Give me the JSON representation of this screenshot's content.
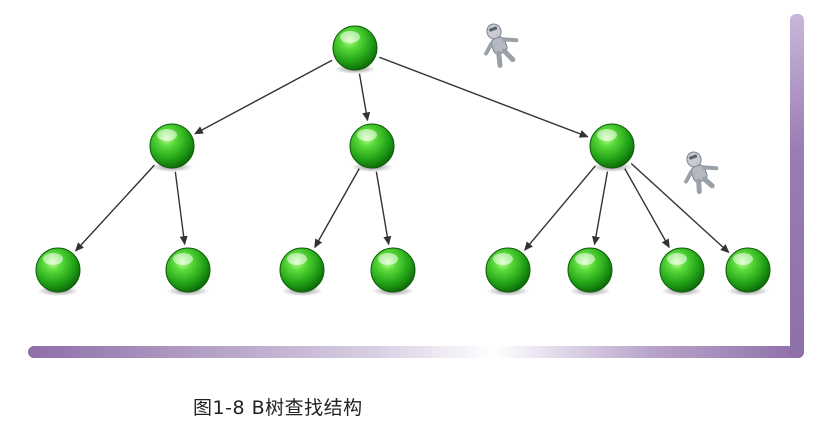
{
  "caption": "图1-8  B树查找结构",
  "colors": {
    "node_green": "#2fb51f",
    "node_dark": "#0b5d07",
    "frame_purple": "#8e6fa8",
    "arrow": "#333333",
    "figure_gray": "#9aa0a8"
  },
  "diagram": {
    "nodes": [
      {
        "id": "root",
        "level": 0
      },
      {
        "id": "l1-a",
        "level": 1
      },
      {
        "id": "l1-b",
        "level": 1
      },
      {
        "id": "l1-c",
        "level": 1
      },
      {
        "id": "l2-a1",
        "level": 2
      },
      {
        "id": "l2-a2",
        "level": 2
      },
      {
        "id": "l2-b1",
        "level": 2
      },
      {
        "id": "l2-b2",
        "level": 2
      },
      {
        "id": "l2-c1",
        "level": 2
      },
      {
        "id": "l2-c2",
        "level": 2
      },
      {
        "id": "l2-c3",
        "level": 2
      },
      {
        "id": "l2-c4",
        "level": 2
      }
    ],
    "edges": [
      [
        "root",
        "l1-a"
      ],
      [
        "root",
        "l1-b"
      ],
      [
        "root",
        "l1-c"
      ],
      [
        "l1-a",
        "l2-a1"
      ],
      [
        "l1-a",
        "l2-a2"
      ],
      [
        "l1-b",
        "l2-b1"
      ],
      [
        "l1-b",
        "l2-b2"
      ],
      [
        "l1-c",
        "l2-c1"
      ],
      [
        "l1-c",
        "l2-c2"
      ],
      [
        "l1-c",
        "l2-c3"
      ],
      [
        "l1-c",
        "l2-c4"
      ]
    ],
    "figure_icons": [
      "person-figure-icon",
      "person-figure-icon"
    ]
  }
}
